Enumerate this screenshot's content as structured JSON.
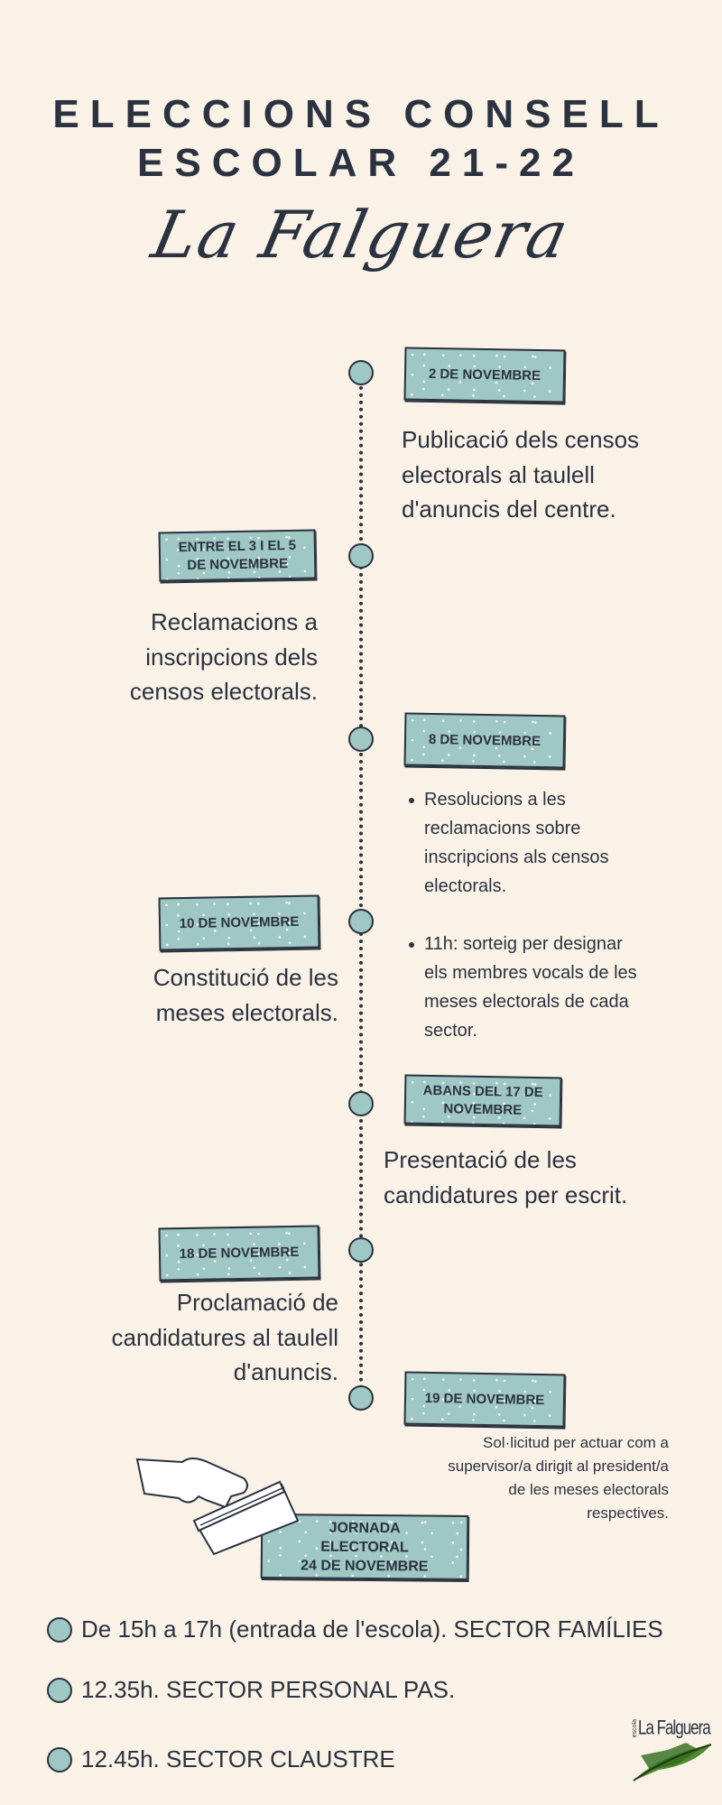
{
  "header": {
    "title_line1": "ELECCIONS CONSELL",
    "title_line2": "ESCOLAR 21-22",
    "subtitle": "La Falguera"
  },
  "timeline": [
    {
      "date": "2 DE NOVEMBRE",
      "text": [
        "Publicació dels censos",
        "electorals al taulell",
        "d'anuncis del centre."
      ]
    },
    {
      "date": "ENTRE EL 3 I EL 5 DE NOVEMBRE",
      "text": [
        "Reclamacions a",
        "inscripcions dels",
        "censos electorals."
      ]
    },
    {
      "date": "8 DE NOVEMBRE",
      "bullets": [
        "Resolucions a les reclamacions sobre inscripcions als censos electorals.",
        "11h: sorteig per designar els membres vocals de les meses electorals de cada sector."
      ]
    },
    {
      "date": "10 DE NOVEMBRE",
      "text": [
        "Constitució de les",
        "meses electorals."
      ]
    },
    {
      "date": "ABANS DEL 17 DE NOVEMBRE",
      "text": [
        "Presentació de les",
        "candidatures per escrit."
      ]
    },
    {
      "date": "18 DE NOVEMBRE",
      "text": [
        "Proclamació de",
        "candidatures al taulell",
        "d'anuncis."
      ]
    },
    {
      "date": "19 DE NOVEMBRE",
      "text": [
        "Sol·licitud per actuar com a",
        "supervisor/a dirigit al president/a",
        "de les meses electorals",
        "respectives."
      ]
    }
  ],
  "election_day": {
    "line1": "JORNADA",
    "line2": "ELECTORAL",
    "line3": "24 DE NOVEMBRE"
  },
  "schedule": [
    "De 15h a 17h (entrada de l'escola). SECTOR FAMÍLIES",
    "12.35h.  SECTOR PERSONAL PAS.",
    "12.45h.  SECTOR CLAUSTRE"
  ],
  "logo": {
    "prefix": "escola",
    "name": "La Falguera"
  },
  "colors": {
    "background": "#faf2e6",
    "accent": "#9fc7c3",
    "ink": "#2b3240"
  }
}
